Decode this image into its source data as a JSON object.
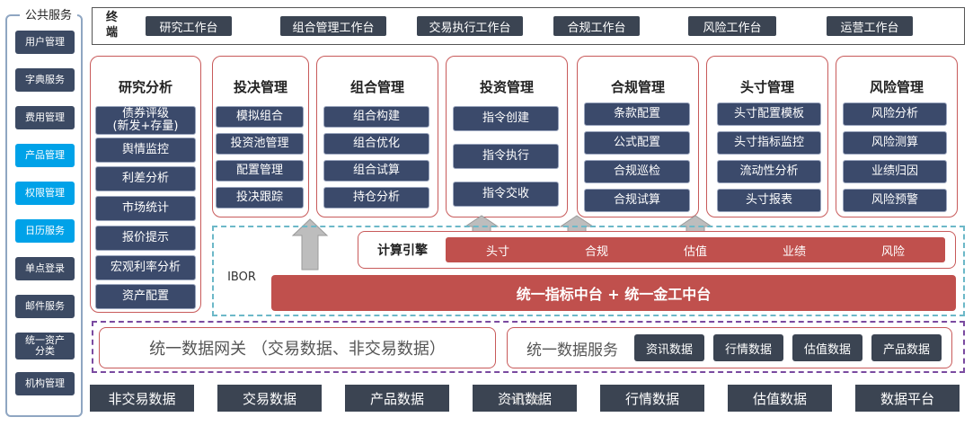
{
  "public_services": {
    "title": "公共服务",
    "items": [
      {
        "label": "用户管理",
        "style": "dark"
      },
      {
        "label": "字典服务",
        "style": "dark"
      },
      {
        "label": "费用管理",
        "style": "dark"
      },
      {
        "label": "产品管理",
        "style": "blue"
      },
      {
        "label": "权限管理",
        "style": "blue"
      },
      {
        "label": "日历服务",
        "style": "blue"
      },
      {
        "label": "单点登录",
        "style": "dark"
      },
      {
        "label": "邮件服务",
        "style": "dark"
      },
      {
        "label": "统一资产\n分类",
        "style": "dark"
      },
      {
        "label": "机构管理",
        "style": "dark"
      }
    ]
  },
  "terminal": {
    "label": "终\n端",
    "items": [
      "研究工作台",
      "组合管理工作台",
      "交易执行工作台",
      "合规工作台",
      "风险工作台",
      "运营工作台"
    ]
  },
  "modules": [
    {
      "title": "研究分析",
      "items": [
        "债券评级\n(新发+存量)",
        "舆情监控",
        "利差分析",
        "市场统计",
        "报价提示",
        "宏观利率分析",
        "资产配置"
      ]
    },
    {
      "title": "投决管理",
      "items": [
        "模拟组合",
        "投资池管理",
        "配置管理",
        "投决跟踪"
      ]
    },
    {
      "title": "组合管理",
      "items": [
        "组合构建",
        "组合优化",
        "组合试算",
        "持仓分析"
      ]
    },
    {
      "title": "投资管理",
      "items": [
        "指令创建",
        "指令执行",
        "指令交收"
      ]
    },
    {
      "title": "合规管理",
      "items": [
        "条款配置",
        "公式配置",
        "合规巡检",
        "合规试算"
      ]
    },
    {
      "title": "头寸管理",
      "items": [
        "头寸配置模板",
        "头寸指标监控",
        "流动性分析",
        "头寸报表"
      ]
    },
    {
      "title": "风险管理",
      "items": [
        "风险分析",
        "风险测算",
        "业绩归因",
        "风险预警"
      ]
    }
  ],
  "ibor": {
    "label": "IBOR",
    "engine_label": "计算引擎",
    "engines": [
      "头寸",
      "合规",
      "估值",
      "业绩",
      "风险"
    ],
    "index_bar": "统一指标中台 + 统一金工中台"
  },
  "data_layer": {
    "gateway": "统一数据网关 （交易数据、非交易数据）",
    "service_label": "统一数据服务",
    "services": [
      "资讯数据",
      "行情数据",
      "估值数据",
      "产品数据"
    ]
  },
  "bottom_sources": [
    "非交易数据",
    "交易数据",
    "产品数据",
    "资讯数据",
    "行情数据",
    "估值数据",
    "数据平台"
  ],
  "watermark": "一打 台"
}
